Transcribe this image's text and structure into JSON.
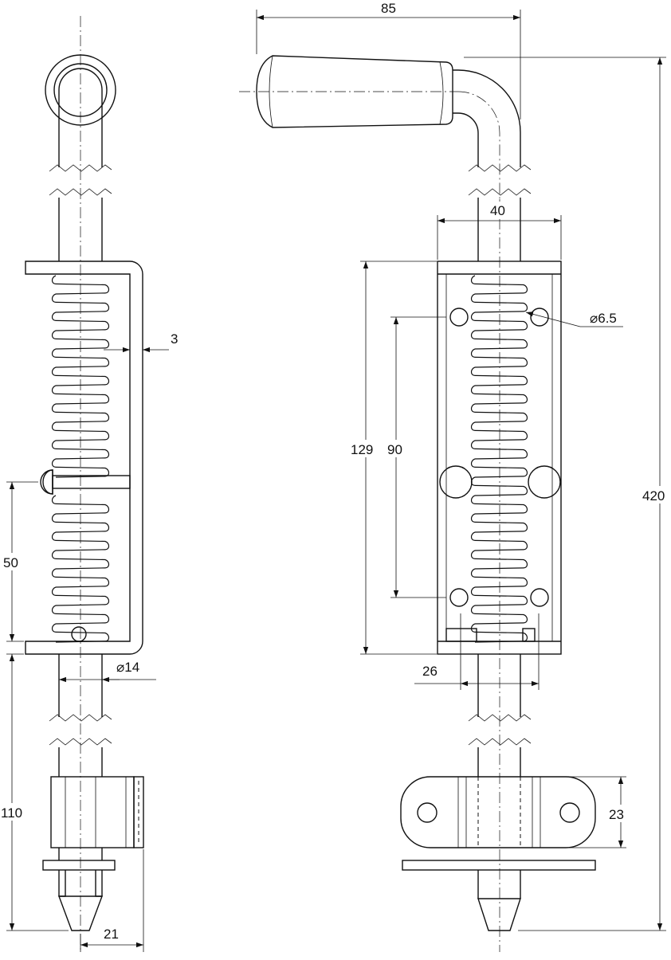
{
  "dimensions": {
    "handle_length": "85",
    "mount_width": "40",
    "hole_diameter": "⌀6.5",
    "plate_thickness": "3",
    "body_length": "129",
    "hole_spacing": "90",
    "total_length": "420",
    "pin_travel": "50",
    "pin_diameter": "⌀14",
    "guide_width": "26",
    "keeper_length": "110",
    "keeper_height": "23",
    "tip_offset": "21"
  }
}
